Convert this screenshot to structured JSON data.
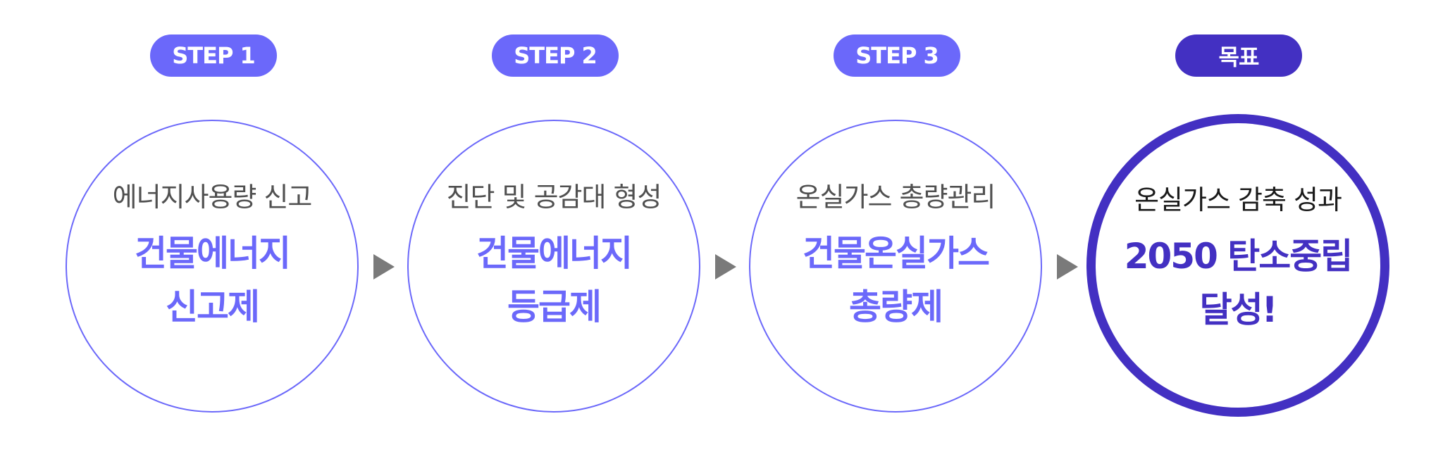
{
  "steps": [
    {
      "badge": "STEP 1",
      "subtitle": "에너지사용량 신고",
      "title": [
        "건물에너지",
        "신고제"
      ]
    },
    {
      "badge": "STEP 2",
      "subtitle": "진단 및 공감대 형성",
      "title": [
        "건물에너지",
        "등급제"
      ]
    },
    {
      "badge": "STEP 3",
      "subtitle": "온실가스 총량관리",
      "title": [
        "건물온실가스",
        "총량제"
      ]
    }
  ],
  "goal": {
    "badge": "목표",
    "subtitle": "온실가스 감축 성과",
    "title": [
      "2050 탄소중립",
      "달성!"
    ]
  },
  "colors": {
    "step_accent": "#6b68fa",
    "goal_accent": "#4330c2",
    "arrow": "#7a7a7a"
  },
  "icons": {
    "arrow": "play-triangle-icon"
  }
}
